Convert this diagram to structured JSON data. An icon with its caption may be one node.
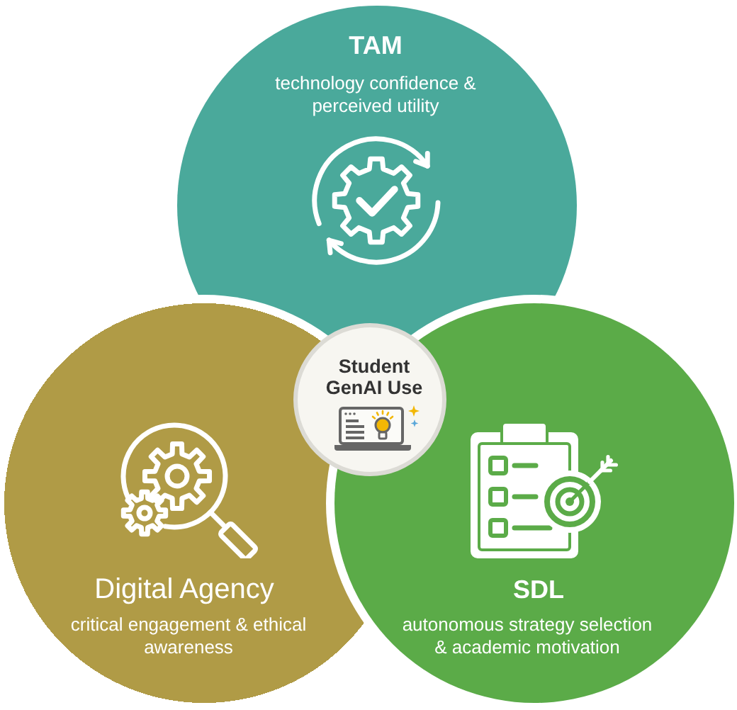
{
  "diagram": {
    "nodes": [
      {
        "text": [
          "TAM",
          "technology confidence & perceived utility"
        ]
      },
      {
        "text": [
          "Student GenAI Use"
        ]
      },
      {
        "text": [
          "Digital Agency",
          "critical engagement & ethical awareness"
        ]
      },
      {
        "text": [
          "SDL",
          "autonomous strategy selection & academic motivation"
        ]
      }
    ]
  }
}
